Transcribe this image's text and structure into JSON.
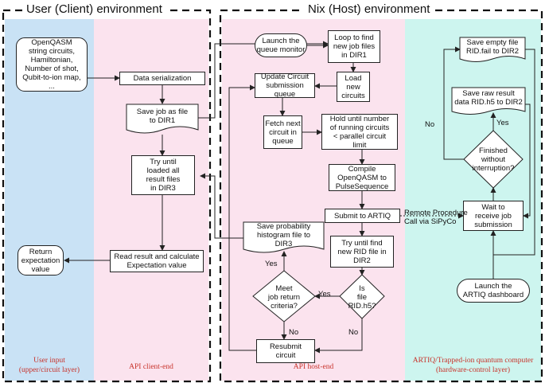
{
  "titles": {
    "user": "User (Client) environment",
    "host": "Nix (Host) environment"
  },
  "footers": {
    "user_input": "User input\n(upper/circuit layer)",
    "api_client": "API client-end",
    "api_host": "API host-end",
    "artiq": "ARTIQ/Trapped-ion quantum computer\n(hardware-control layer)"
  },
  "client": {
    "inputs": "OpenQASM\nstring circuits,\nHamiltonian,\nNumber of shot,\nQubit-to-ion map,\n...",
    "serialize": "Data serialization",
    "save_job": "Save job as file\nto DIR1",
    "try_loaded": "Try until\nloaded all\nresult files\nin DIR3",
    "read_result": "Read result and calculate\nExpectation value",
    "return_value": "Return\nexpectation\nvalue"
  },
  "host": {
    "launch_monitor": "Launch the\nqueue monitor",
    "loop_find": "Loop to find\nnew job files\nin DIR1",
    "load_circuits": "Load\nnew\ncircuits",
    "update_queue": "Update Circuit\nsubmission\nqueue",
    "fetch_next": "Fetch next\ncircuit in\nqueue",
    "hold_until": "Hold until number\nof running circuits\n< parallel circuit\nlimit",
    "compile": "Compile\nOpenQASM to\nPulseSequence",
    "submit": "Submit to ARTIQ",
    "try_find_rid": "Try until find\nnew RID file in\nDIR2",
    "is_file": "Is\nfile\nRID.h5?",
    "meet_criteria": "Meet\njob return\ncriteria?",
    "save_histogram": "Save probability\nhistogram file to\nDIR3",
    "resubmit": "Resubmit\ncircuit",
    "yes1": "Yes",
    "yes2": "Yes",
    "no1": "No",
    "no2": "No"
  },
  "artiq": {
    "save_empty": "Save empty file\nRID.fail to DIR2",
    "save_raw": "Save raw result\ndata RID.h5 to DIR2",
    "finished": "Finished\nwithout\ninterruption?",
    "wait_receive": "Wait to\nreceive job\nsubmission",
    "launch_dashboard": "Launch the\nARTIQ dashboard",
    "rpc": "Remote Procedure\nCall via SiPyCo",
    "yes": "Yes",
    "no": "No"
  },
  "colors": {
    "blue_panel": "#c9e2f5",
    "pink_panel": "#fbe3ee",
    "cyan_panel": "#cdf5ef",
    "footer_text": "#c8322a"
  }
}
